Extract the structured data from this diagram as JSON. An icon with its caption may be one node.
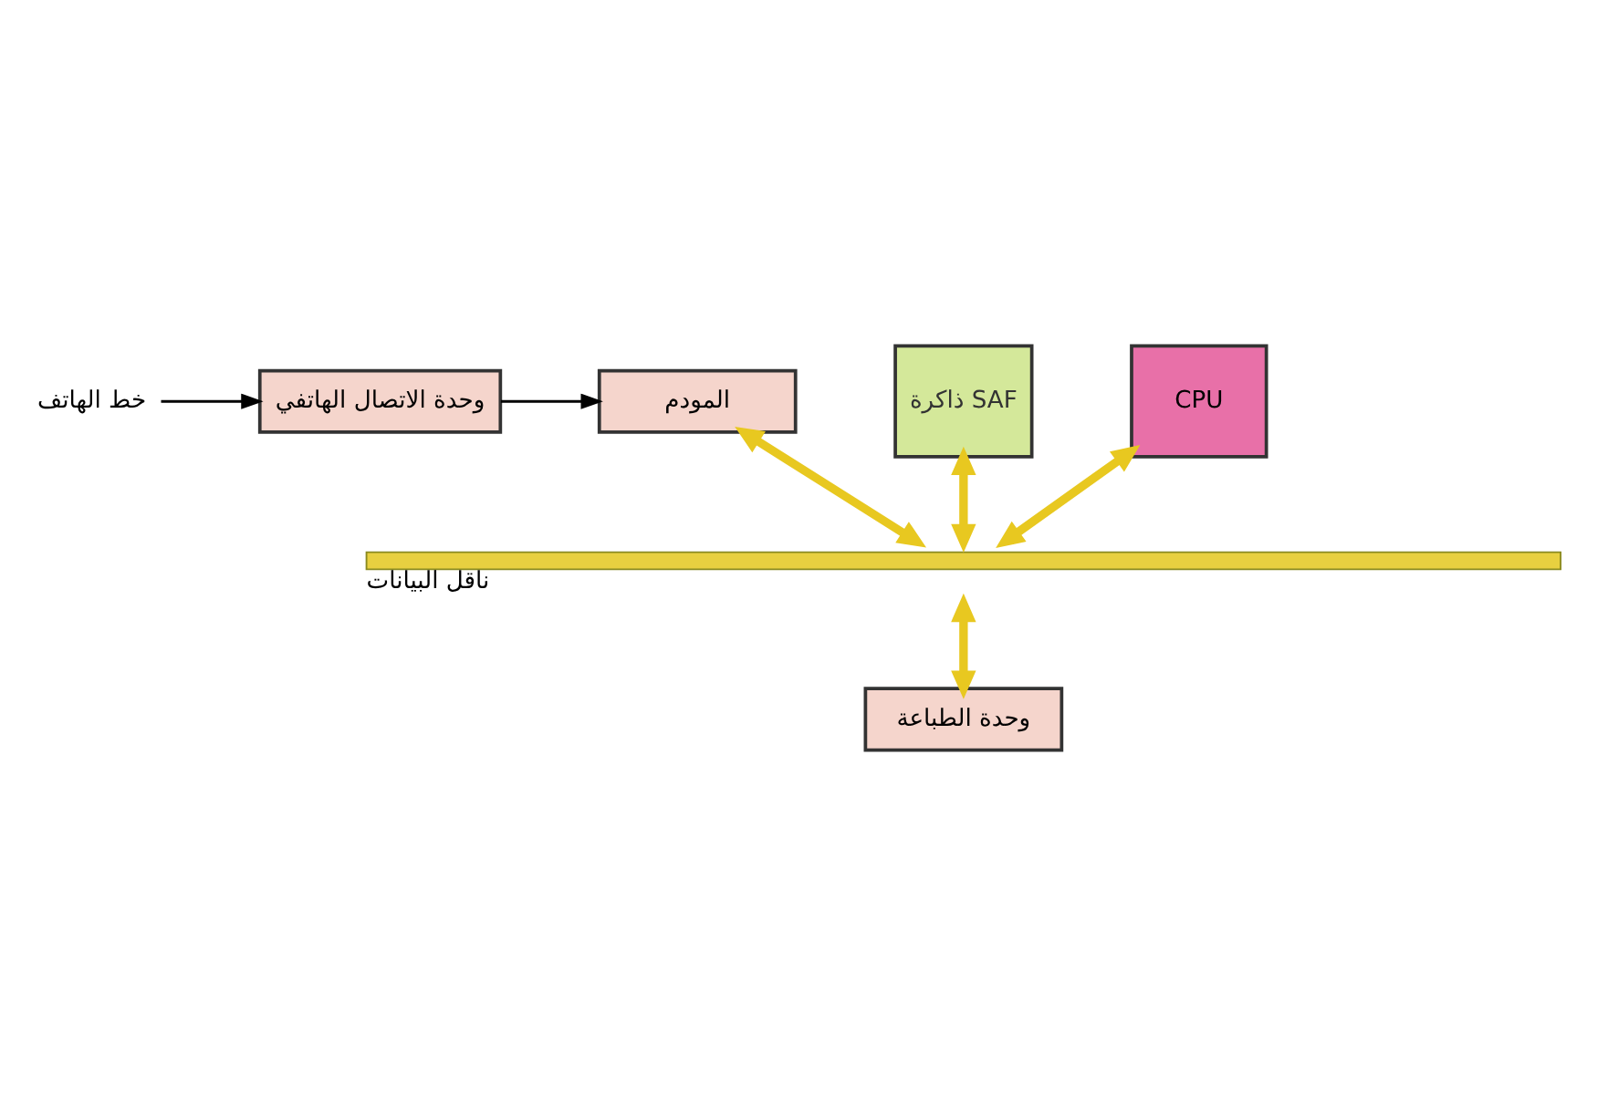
{
  "diagram": {
    "nodes": [
      {
        "text": [
          "خط الهاتف"
        ]
      },
      {
        "text": [
          "وحدة الاتصال الهاتفي"
        ]
      },
      {
        "text": [
          "المودم"
        ]
      },
      {
        "text": [
          "ذاكرة SAF"
        ]
      },
      {
        "text": [
          "CPU"
        ]
      },
      {
        "text": [
          "ناقل البيانات"
        ]
      },
      {
        "text": [
          "وحدة الطباعة"
        ]
      }
    ],
    "edges": [
      {
        "from": 0,
        "to": 1,
        "arrow": "to",
        "color": "#000000"
      },
      {
        "from": 1,
        "to": 2,
        "arrow": "to",
        "color": "#000000"
      },
      {
        "from": 2,
        "to": 5,
        "arrow": "both"
      },
      {
        "from": 3,
        "to": 5,
        "arrow": "both"
      },
      {
        "from": 4,
        "to": 5,
        "arrow": "both"
      },
      {
        "from": 5,
        "to": 6,
        "arrow": "both"
      }
    ]
  }
}
